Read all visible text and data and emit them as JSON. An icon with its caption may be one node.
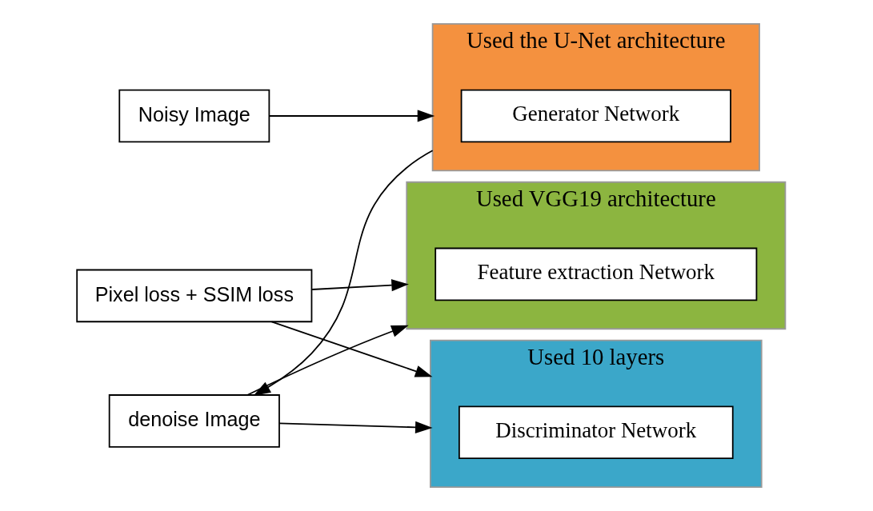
{
  "diagram": {
    "nodes": [
      {
        "text": [
          "Noisy Image"
        ]
      },
      {
        "text": [
          "Used the U-Net architecture"
        ]
      },
      {
        "text": [
          "Generator Network"
        ],
        "in": 1
      },
      {
        "text": [
          "denoise Image"
        ]
      },
      {
        "text": [
          "Used 10 layers"
        ]
      },
      {
        "text": [
          "Discriminator Network"
        ],
        "in": 4
      },
      {
        "text": [
          "Pixel loss + SSIM loss"
        ]
      },
      {
        "text": [
          "Used VGG19 architecture"
        ]
      },
      {
        "text": [
          "Feature extraction Network"
        ],
        "in": 7
      }
    ],
    "edges": [
      {
        "from": 0,
        "to": 1,
        "arrow": "to"
      },
      {
        "from": 1,
        "to": 3,
        "arrow": "to"
      },
      {
        "from": 3,
        "to": 4,
        "arrow": "to"
      },
      {
        "from": 3,
        "to": 7,
        "arrow": "to"
      },
      {
        "from": 6,
        "to": 4,
        "arrow": "to"
      },
      {
        "from": 6,
        "to": 7,
        "arrow": "to"
      }
    ]
  }
}
